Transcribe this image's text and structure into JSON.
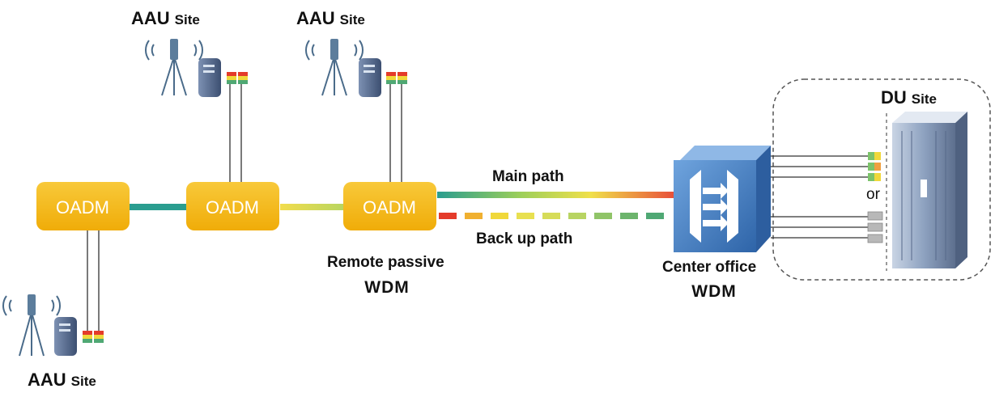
{
  "aau_sites": [
    {
      "bold": "AAU",
      "rest": "Site"
    },
    {
      "bold": "AAU",
      "rest": "Site"
    },
    {
      "bold": "AAU",
      "rest": "Site"
    }
  ],
  "du_site": {
    "bold": "DU",
    "rest": "Site"
  },
  "oadm_nodes": [
    "OADM",
    "OADM",
    "OADM"
  ],
  "paths": {
    "main": "Main path",
    "backup": "Back up path"
  },
  "remote_wdm": {
    "line1": "Remote passive",
    "line2": "WDM"
  },
  "center_wdm": {
    "line1": "Center office",
    "line2": "WDM"
  },
  "or_label": "or",
  "colors": {
    "oadm": "#f5b90f",
    "link_teal": "#2a9d8f",
    "link_yellow": "#e8d84a",
    "link_red": "#e43b2a",
    "wdm_box": "#3e7cc3"
  }
}
